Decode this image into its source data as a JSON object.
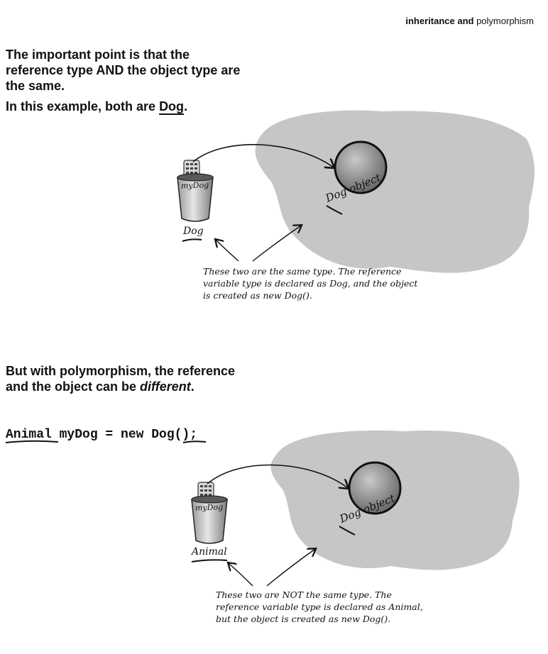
{
  "header": {
    "title_bold": "inheritance and",
    "title_rest": "polymorphism"
  },
  "section1": {
    "para1": "The important point is that the reference type AND the object type are the same.",
    "para2_prefix": "In this example, both are ",
    "para2_dog": "Dog",
    "para2_suffix": ".",
    "cup_label": "myDog",
    "ref_type": "Dog",
    "object_label": "Dog object",
    "note": [
      "These two are the same type. The reference",
      "variable type is declared as Dog, and the object",
      "is created as new Dog()."
    ]
  },
  "section2": {
    "para_prefix": "But with polymorphism, the reference and the object can be ",
    "para_em": "different",
    "para_suffix": ".",
    "code_animal": "Animal",
    "code_middle": " myDog = new ",
    "code_dog": "Dog",
    "code_end": "();",
    "cup_label": "myDog",
    "ref_type": "Animal",
    "object_label": "Dog object",
    "note": [
      "These two are NOT the same type. The",
      "reference variable type is declared as Animal,",
      "but the object is created as new Dog()."
    ]
  }
}
